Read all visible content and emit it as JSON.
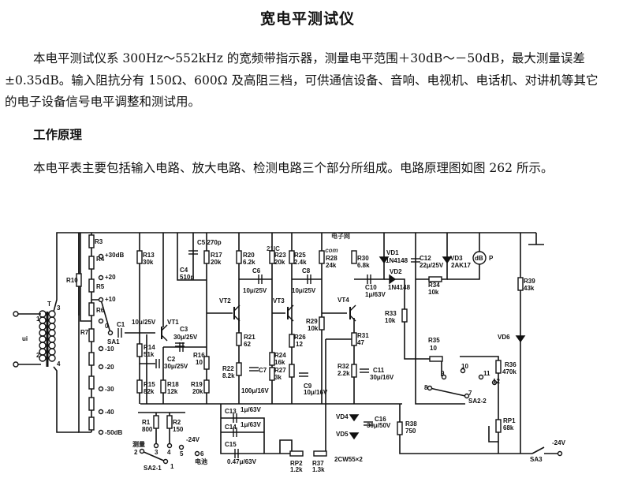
{
  "title": "宽电平测试仪",
  "intro": "本电平测试仪系 300Hz～552kHz 的宽频带指示器，测量电平范围＋30dB～－50dB，最大测量误差±0.35dB。输入阻抗分有 150Ω、600Ω 及高阻三档，可供通信设备、音响、电视机、电话机、对讲机等其它的电子设备信号电平调整和测试用。",
  "section_heading": "工作原理",
  "principle": "本电平表主要包括输入电路、放大电路、检测电路三个部分所组成。电路原理图如图 262 所示。",
  "watermark": {
    "main": "21IC",
    "sub1": "电子网",
    "sub2": ".com"
  },
  "colors": {
    "ink": "#111111",
    "watermark": "#e8a0a8",
    "watermark_sub": "#a8b4d8"
  },
  "diagram": {
    "labels": {
      "T": "T",
      "ui": "ui",
      "t1": "1",
      "t2": "2",
      "t3": "3",
      "t4": "4",
      "R3": "R3",
      "R4": "R4",
      "R5": "R5",
      "R6": "R6",
      "R7": "R7",
      "R10": "R10",
      "p30": "+30dB",
      "p20": "+20",
      "p10": "+10",
      "z0": "0",
      "m10": "-10",
      "m20": "-20",
      "m30": "-30",
      "m40": "-40",
      "m50": "-50dB",
      "SA1": "SA1",
      "C1": "C1",
      "C1v": "10μ/25V",
      "VT1": "VT1",
      "R13": "R13",
      "R13v": "30k",
      "C4": "C4",
      "C4v": "510p",
      "C5": "C5 270p",
      "R17": "R17",
      "R17v": "20k",
      "R20": "R20",
      "R20v": "6.2k",
      "C6": "C6",
      "C6v": "10μ/25V",
      "R23": "R23",
      "R23v": "20k",
      "R25": "R25",
      "R25v": "2.4k",
      "C8": "C8",
      "C8v": "10μ/25V",
      "VT2": "VT2",
      "VT3": "VT3",
      "C3": "C3",
      "C3v": "30μ/25V",
      "R14": "R14",
      "R14v": "51k",
      "C2": "C2",
      "C2v": "30μ/25V",
      "R16": "R16",
      "R16v": "10",
      "R21": "R21",
      "R21v": "62",
      "R29": "R29",
      "R29v": "10k",
      "R26": "R26",
      "R26v": "12",
      "R22": "R22",
      "R22v": "8.2k",
      "C7": "C7",
      "C7v": "100μ/16V",
      "R24": "R24",
      "R24v": "16k",
      "R27": "R27",
      "R27v": "3k",
      "C9": "C9",
      "C9v": "10μ/16V",
      "R15": "R15",
      "R15v": "82k",
      "R18": "R18",
      "R18v": "12k",
      "R19": "R19",
      "R19v": "20k",
      "R1": "R1",
      "R1v": "800",
      "R2": "R2",
      "R2v": "150",
      "s3": "3",
      "s4": "4",
      "s5": "5",
      "s6": "6",
      "s24": "-24V",
      "meas": "测量",
      "s2": "2",
      "s1": "1",
      "SA21": "SA2-1",
      "bat": "电池",
      "C13": "C13",
      "C13v": "1μ/63V",
      "C14": "C14",
      "C14v": "1μ/63V",
      "C15": "C15",
      "C15v": "0.47μ/63V",
      "RP2": "RP2",
      "RP2v": "1.2k",
      "R37": "R37",
      "R37v": "1.3k",
      "R28": "R28",
      "R28v": "24k",
      "R30": "R30",
      "R30v": "6.8k",
      "VD1": "VD1",
      "VD1v": "1N4148",
      "VD2": "VD2",
      "VD2v": "1N4148",
      "C10": "C10",
      "C10v": "1μ/63V",
      "C12": "C12",
      "C12v": "22μ/25V",
      "VD3": "VD3",
      "VD3v": "2AK17",
      "dB": "dB",
      "P": "P",
      "R34": "R34",
      "R34v": "10k",
      "R39": "R39",
      "R39v": "43k",
      "VT4": "VT4",
      "R33": "R33",
      "R33v": "10k",
      "R31": "R31",
      "R31v": "47",
      "VD6": "VD6",
      "R35": "R35",
      "R35v": "10",
      "R32": "R32",
      "R32v": "2.2k",
      "C11": "C11",
      "C11v": "30μ/16V",
      "R36": "R36",
      "R36v": "470k",
      "n9": "9",
      "n10": "10",
      "n11": "11",
      "n12": "12",
      "n8": "8",
      "n7": "7",
      "SA22": "SA2-2",
      "VD4": "VD4",
      "VD5": "VD5",
      "VD45v": "2CW55×2",
      "C16": "C16",
      "C16v": "30μ/50V",
      "R38": "R38",
      "R38v": "750",
      "RP1": "RP1",
      "RP1v": "68k",
      "SA3": "SA3",
      "V24": "-24V"
    }
  }
}
